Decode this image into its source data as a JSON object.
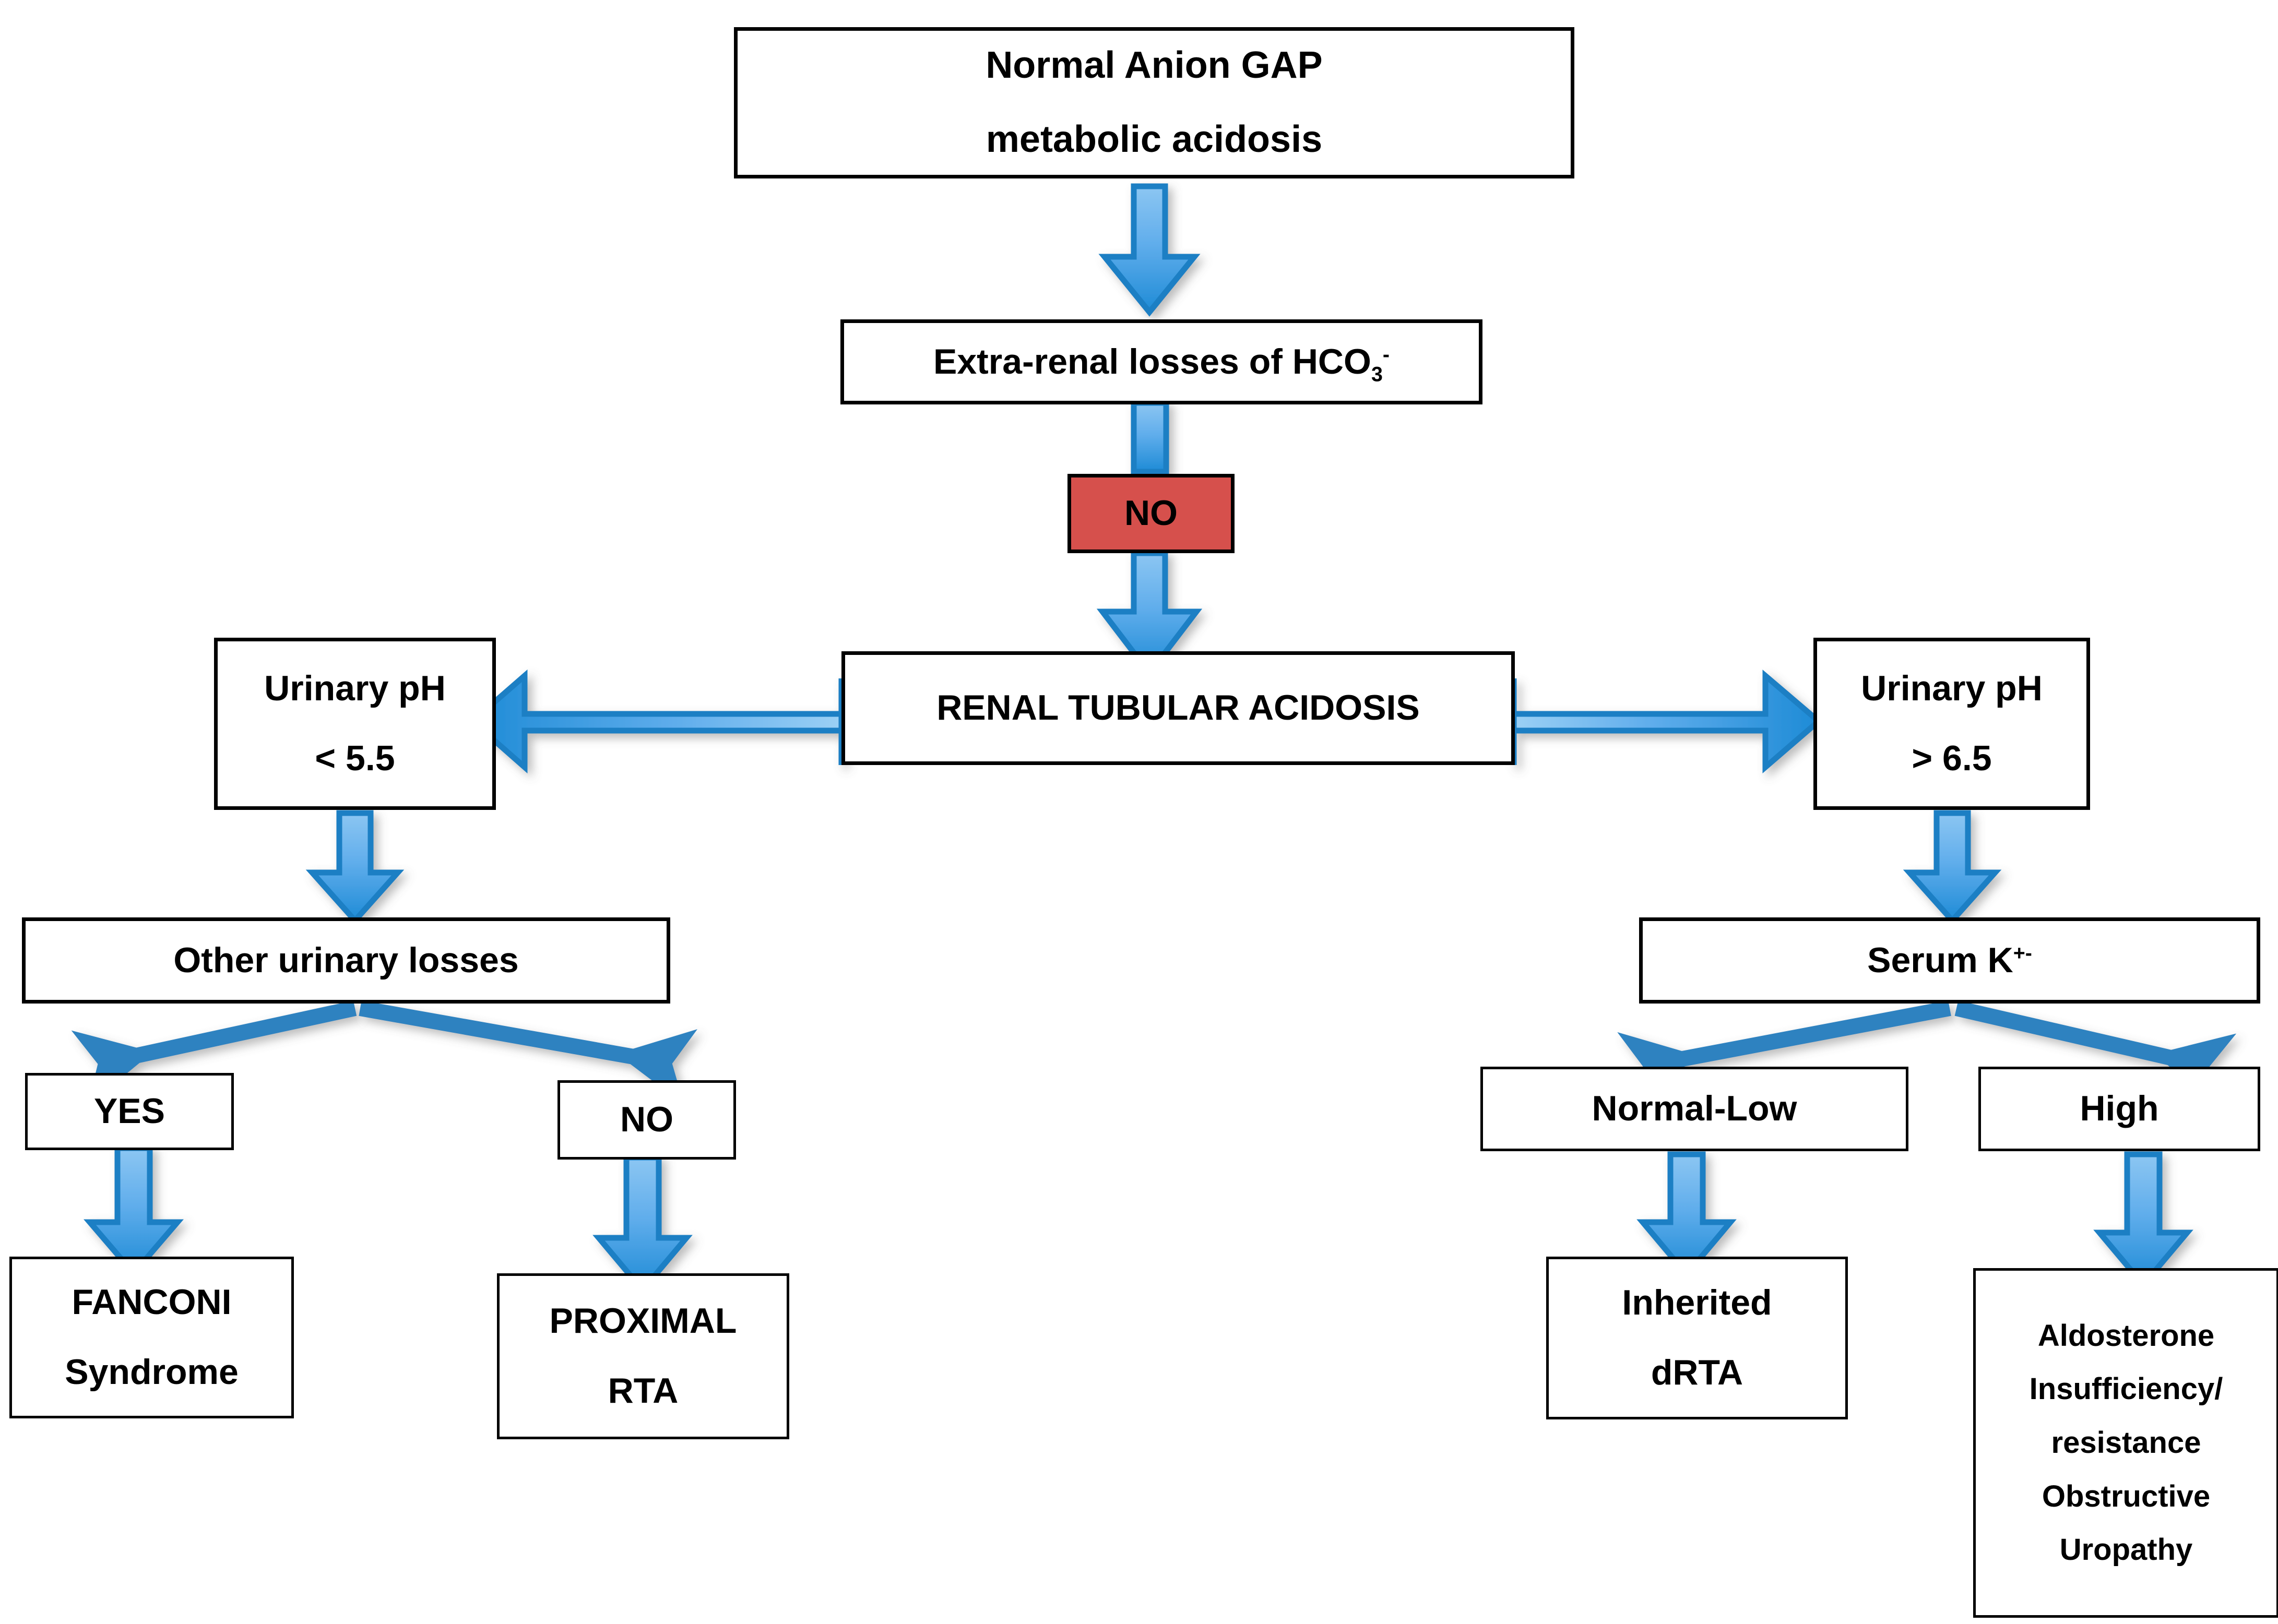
{
  "diagram": {
    "title": "Normal Anion GAP metabolic acidosis diagnostic flowchart",
    "accent_blue_light": "#7FBEF0",
    "accent_blue_dark": "#1C7FC4",
    "accent_blue_flat": "#2E82C0",
    "danger_red": "#D6504C",
    "border_black": "#000000",
    "background": "#FFFFFF"
  },
  "nodes": {
    "root": {
      "line1": "Normal Anion GAP",
      "line2": "metabolic  acidosis"
    },
    "extrarenal": {
      "text_prefix": "Extra-renal losses of HCO",
      "subscript": "3",
      "superscript": "-"
    },
    "no_badge": {
      "label": "NO"
    },
    "rta": {
      "label": "RENAL TUBULAR ACIDOSIS"
    },
    "urinary_ph_low": {
      "line1": "Urinary pH",
      "line2": "< 5.5"
    },
    "urinary_ph_high": {
      "line1": "Urinary pH",
      "line2": "> 6.5"
    },
    "other_urinary_losses": {
      "label": "Other urinary losses"
    },
    "serum_k": {
      "text_prefix": "Serum K",
      "superscript": "+-"
    },
    "yes": {
      "label": "YES"
    },
    "no_branch": {
      "label": "NO"
    },
    "normal_low": {
      "label": "Normal-Low"
    },
    "high": {
      "label": "High"
    },
    "fanconi": {
      "line1": "FANCONI",
      "line2": "Syndrome"
    },
    "proximal_rta": {
      "line1": "PROXIMAL",
      "line2": "RTA"
    },
    "inherited_drta": {
      "line1": "Inherited",
      "line2": "dRTA"
    },
    "aldosterone": {
      "line1": "Aldosterone",
      "line2": "Insufficiency/",
      "line3": "resistance",
      "line4": "Obstructive",
      "line5": "Uropathy"
    }
  },
  "connectors": [
    {
      "name": "root-to-extrarenal",
      "kind": "block-arrow-down"
    },
    {
      "name": "extrarenal-to-no-badge",
      "kind": "block-arrow-down"
    },
    {
      "name": "no-badge-to-rta",
      "kind": "block-arrow-down"
    },
    {
      "name": "rta-to-urinary-ph-low",
      "kind": "block-arrow-left"
    },
    {
      "name": "rta-to-urinary-ph-high",
      "kind": "block-arrow-right"
    },
    {
      "name": "urinary-ph-low-to-other-urinary-losses",
      "kind": "block-arrow-down"
    },
    {
      "name": "urinary-ph-high-to-serum-k",
      "kind": "block-arrow-down"
    },
    {
      "name": "other-urinary-losses-to-yes",
      "kind": "line-arrow-diagonal"
    },
    {
      "name": "other-urinary-losses-to-no",
      "kind": "line-arrow-diagonal"
    },
    {
      "name": "serum-k-to-normal-low",
      "kind": "line-arrow-diagonal"
    },
    {
      "name": "serum-k-to-high",
      "kind": "line-arrow-diagonal"
    },
    {
      "name": "yes-to-fanconi",
      "kind": "block-arrow-down"
    },
    {
      "name": "no-to-proximal-rta",
      "kind": "block-arrow-down"
    },
    {
      "name": "normal-low-to-inherited-drta",
      "kind": "block-arrow-down"
    },
    {
      "name": "high-to-aldosterone",
      "kind": "block-arrow-down"
    }
  ]
}
